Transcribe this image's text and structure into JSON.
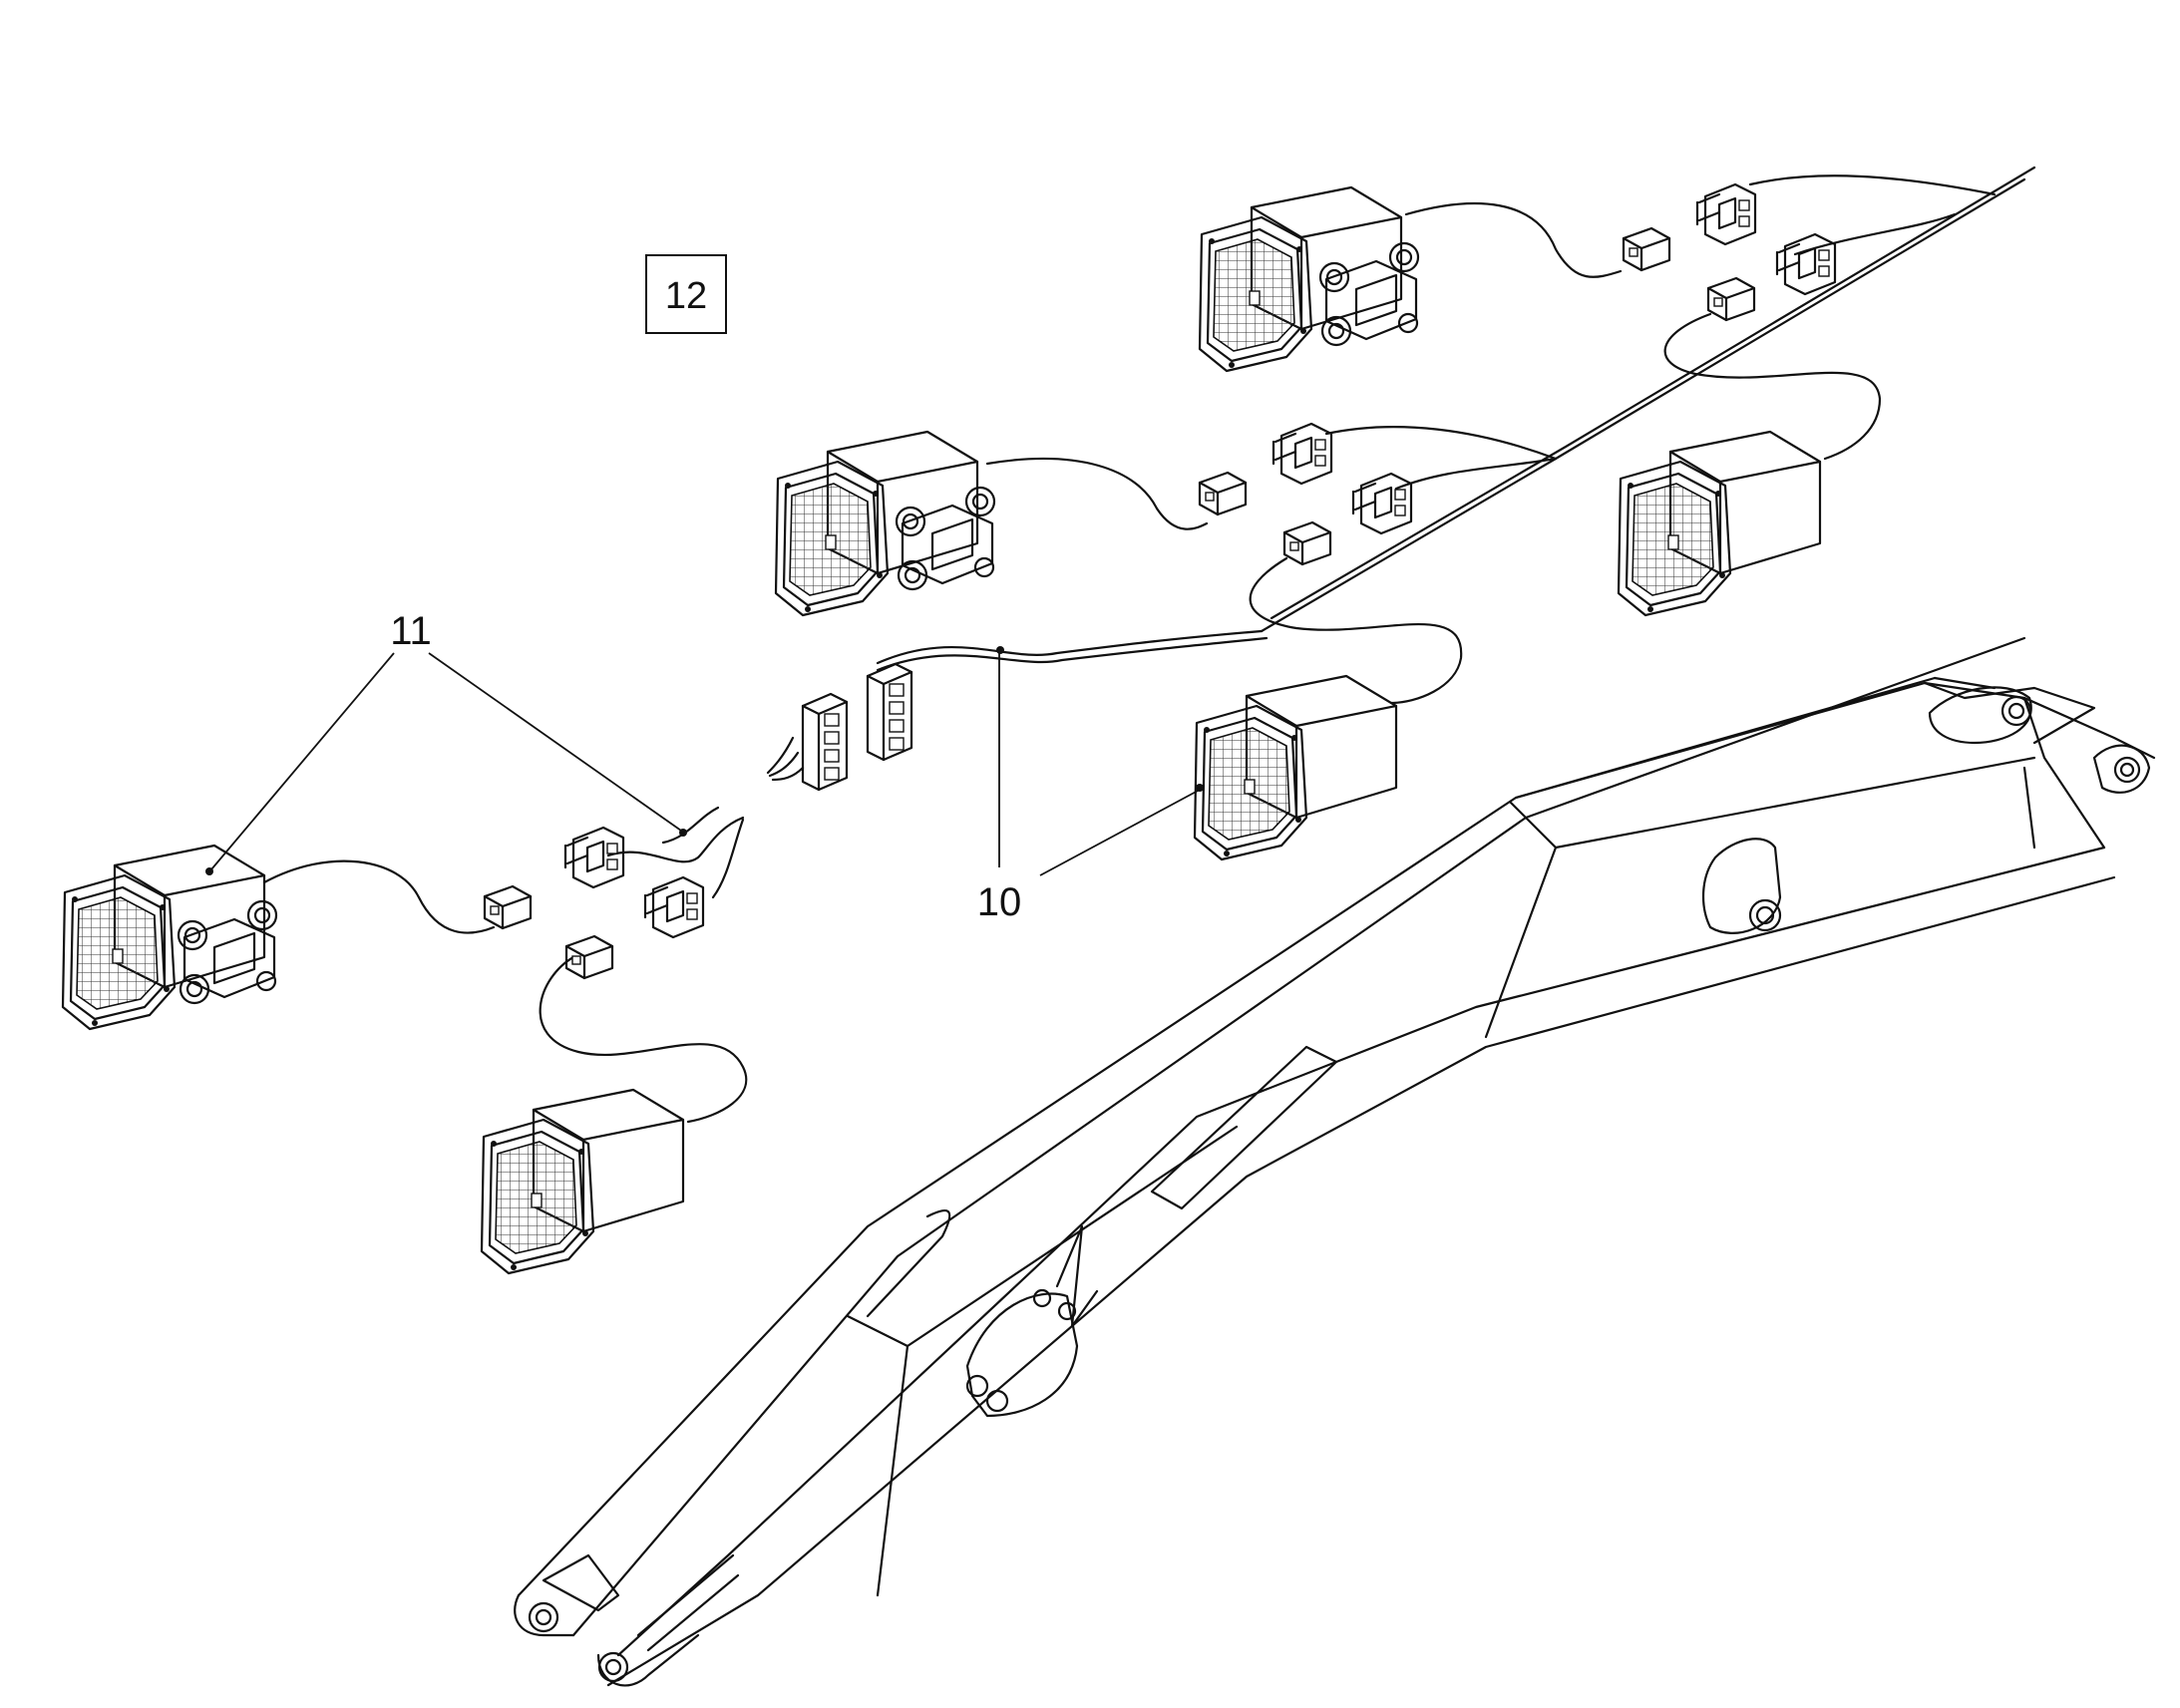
{
  "figure": {
    "callouts": [
      {
        "id": "reference-box",
        "label": "12"
      },
      {
        "id": "item-11",
        "label": "11"
      },
      {
        "id": "item-10",
        "label": "10"
      }
    ]
  },
  "parts": {
    "lamps": [
      "work-lamp",
      "work-lamp",
      "work-lamp",
      "work-lamp",
      "work-lamp",
      "work-lamp"
    ],
    "connectors": [
      "2-pin-connector",
      "4-pin-connector",
      "harness-wire"
    ],
    "structure": "boom-arm"
  }
}
